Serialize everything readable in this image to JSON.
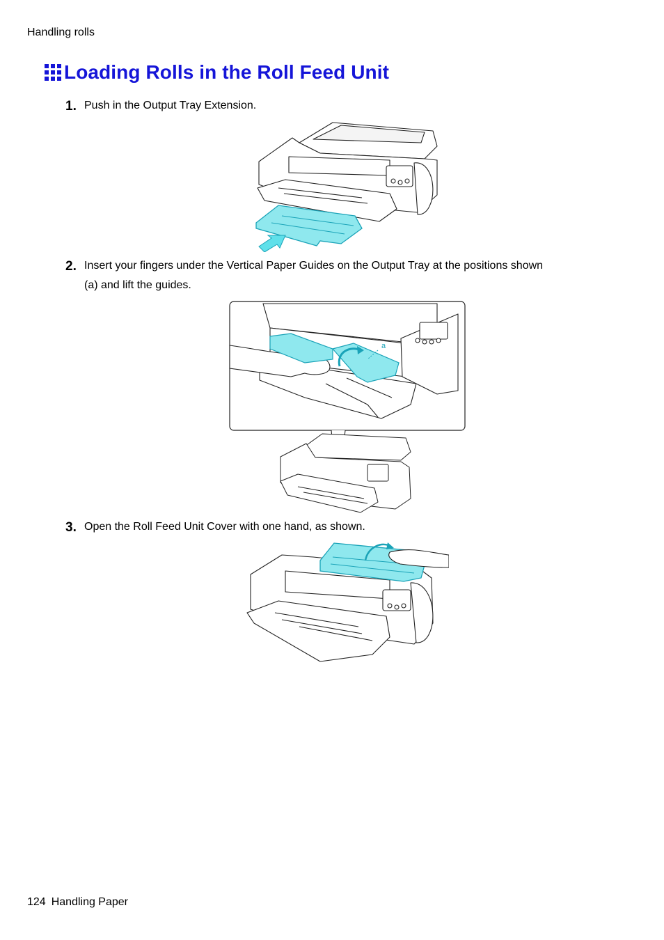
{
  "header": {
    "running_head": "Handling rolls"
  },
  "section": {
    "title": "Loading Rolls in the Roll Feed Unit",
    "icon": "topic-grid-icon"
  },
  "steps": [
    {
      "number": "1.",
      "text": "Push in the Output Tray Extension."
    },
    {
      "number": "2.",
      "text_line1": "Insert your fingers under the Vertical Paper Guides on the Output Tray at the positions shown",
      "text_line2": "(a) and lift the guides."
    },
    {
      "number": "3.",
      "text": "Open the Roll Feed Unit Cover with one hand, as shown."
    }
  ],
  "figures": {
    "callout_a": "a"
  },
  "colors": {
    "title": "#1515d8",
    "highlight": "#8fe8ee",
    "highlight_stroke": "#1aa3b8"
  },
  "footer": {
    "page_number": "124",
    "section": "Handling Paper"
  }
}
